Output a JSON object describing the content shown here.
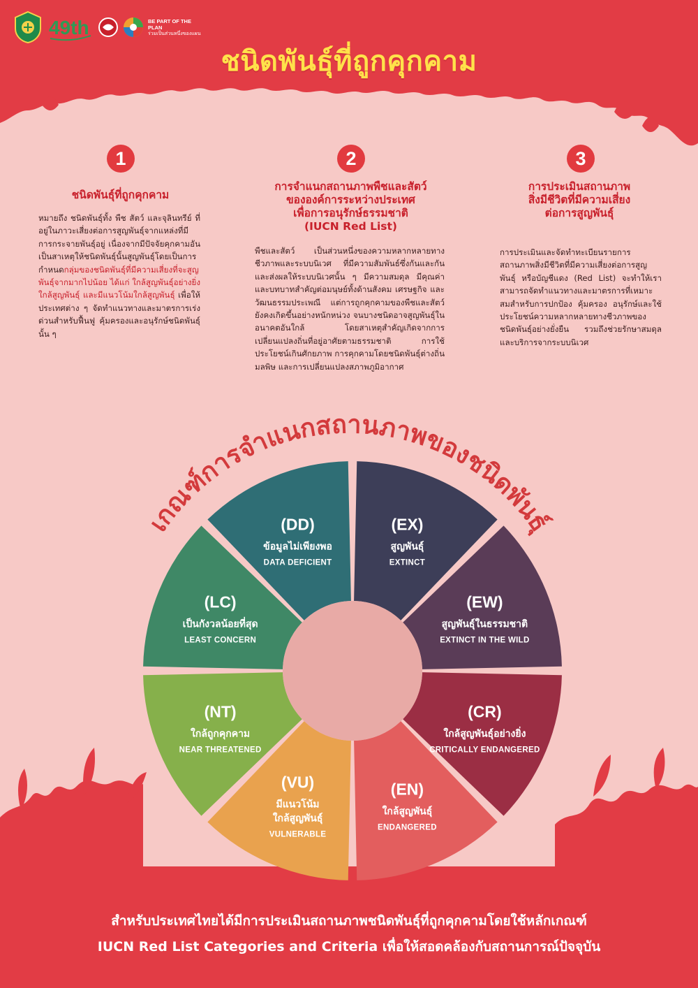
{
  "header": {
    "logo_49_label": "49th",
    "logo_tagline_1": "BE PART OF THE PLAN",
    "logo_tagline_2": "ร่วมเป็นส่วนหนึ่งของแผน",
    "title": "ชนิดพันธุ์ที่ถูกคุกคาม"
  },
  "columns": [
    {
      "number": "1",
      "heading_lines": [
        "ชนิดพันธุ์ที่ถูกคุกคาม"
      ],
      "body_pre": "หมายถึง ชนิดพันธุ์ทั้ง พืช สัตว์ และจุลินทรีย์ ที่อยู่ในภาวะเสี่ยงต่อการสูญพันธุ์จากแหล่งที่มีการกระจายพันธุ์อยู่ เนื่องจากมีปัจจัยคุกคามอันเป็นสาเหตุให้ชนิดพันธุ์นั้นสูญพันธุ์โดยเป็นการกำหนด",
      "body_highlight": "กลุ่มของชนิดพันธุ์ที่มีความเสี่ยงที่จะสูญพันธุ์จากมากไปน้อย ได้แก่ ใกล้สูญพันธุ์อย่างยิ่ง ใกล้สูญพันธุ์ และมีแนวโน้มใกล้สูญพันธุ์",
      "body_post": " เพื่อให้ประเทศต่าง ๆ จัดทำแนวทางและมาตรการเร่งด่วนสำหรับฟื้นฟู คุ้มครองและอนุรักษ์ชนิดพันธุ์นั้น ๆ"
    },
    {
      "number": "2",
      "heading_lines": [
        "การจำแนกสถานภาพพืชและสัตว์",
        "ขององค์การระหว่างประเทศ",
        "เพื่อการอนุรักษ์ธรรมชาติ",
        "(IUCN Red List)"
      ],
      "body": "พืชและสัตว์ เป็นส่วนหนึ่งของความหลากหลายทางชีวภาพและระบบนิเวศ ที่มีความสัมพันธ์ซึ่งกันและกันและส่งผลให้ระบบนิเวศนั้น ๆ มีความสมดุล มีคุณค่า และบทบาทสำคัญต่อมนุษย์ทั้งด้านสังคม เศรษฐกิจ และวัฒนธรรมประเพณี แต่การถูกคุกคามของพืชและสัตว์ยังคงเกิดขึ้นอย่างหนักหน่วง จนบางชนิดอาจสูญพันธุ์ในอนาคตอันใกล้ โดยสาเหตุสำคัญเกิดจากการเปลี่ยนแปลงถิ่นที่อยู่อาศัยตามธรรมชาติ การใช้ประโยชน์เกินศักยภาพ การคุกคามโดยชนิดพันธุ์ต่างถิ่น มลพิษ และการเปลี่ยนแปลงสภาพภูมิอากาศ"
    },
    {
      "number": "3",
      "heading_lines": [
        "การประเมินสถานภาพ",
        "สิ่งมีชีวิตที่มีความเสี่ยง",
        "ต่อการสูญพันธุ์"
      ],
      "body": "การประเมินและจัดทำทะเบียนรายการสถานภาพสิ่งมีชีวิตที่มีความเสี่ยงต่อการสูญพันธุ์ หรือบัญชีแดง (Red List) จะทำให้เราสามารถจัดทำแนวทางและมาตรการที่เหมาะสมสำหรับการปกป้อง คุ้มครอง อนุรักษ์และใช้ประโยชน์ความหลากหลายทางชีวภาพของชนิดพันธุ์อย่างยั่งยืน รวมถึงช่วยรักษาสมดุลและบริการจากระบบนิเวศ"
    }
  ],
  "wheel": {
    "arc_title": "เกณฑ์การจำแนกสถานภาพของชนิดพันธุ์",
    "segments": [
      {
        "code": "(EX)",
        "thai": "สูญพันธุ์",
        "english": "EXTINCT",
        "color": "#3d3e58"
      },
      {
        "code": "(EW)",
        "thai": "สูญพันธุ์ในธรรมชาติ",
        "english": "EXTINCT IN THE WILD",
        "color": "#5a3c57"
      },
      {
        "code": "(CR)",
        "thai": "ใกล้สูญพันธุ์อย่างยิ่ง",
        "english": "CRITICALLY ENDANGERED",
        "color": "#9b2e44"
      },
      {
        "code": "(EN)",
        "thai": "ใกล้สูญพันธุ์",
        "english": "ENDANGERED",
        "color": "#e35e5e"
      },
      {
        "code": "(VU)",
        "thai": "มีแนวโน้ม ใกล้สูญพันธุ์",
        "english": "VULNERABLE",
        "color": "#e9a24e"
      },
      {
        "code": "(NT)",
        "thai": "ใกล้ถูกคุกคาม",
        "english": "NEAR THREATENED",
        "color": "#86b04b"
      },
      {
        "code": "(LC)",
        "thai": "เป็นกังวลน้อยที่สุด",
        "english": "LEAST CONCERN",
        "color": "#3f8866"
      },
      {
        "code": "(DD)",
        "thai": "ข้อมูลไม่เพียงพอ",
        "english": "DATA DEFICIENT",
        "color": "#2f6e75"
      }
    ],
    "center_color": "#e8aaa6"
  },
  "footer": {
    "line1": "สำหรับประเทศไทยได้มีการประเมินสถานภาพชนิดพันธุ์ที่ถูกคุกคามโดยใช้หลักเกณฑ์",
    "line2": "IUCN Red List Categories and Criteria เพื่อให้สอดคล้องกับสถานการณ์ปัจจุบัน"
  },
  "colors": {
    "header_red": "#e23c45",
    "page_pink": "#f7c9c6",
    "title_yellow": "#ffe24a",
    "heading_red": "#c8202b"
  }
}
